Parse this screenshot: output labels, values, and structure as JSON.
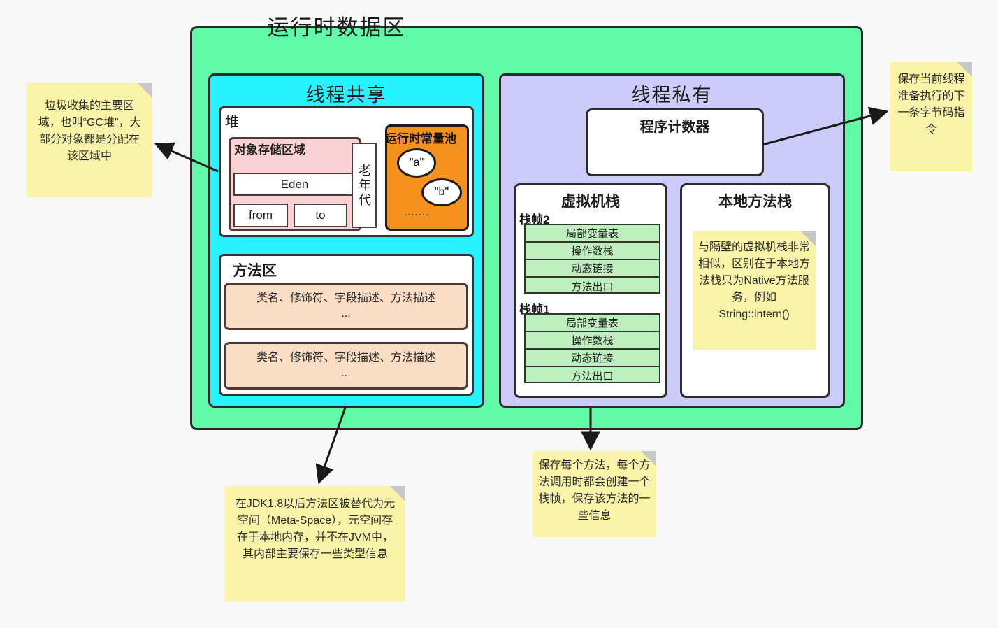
{
  "diagram": {
    "title": "运行时数据区",
    "background_color": "#f8f8f8"
  },
  "thread_shared": {
    "title": "线程共享",
    "color": "#27f2ff",
    "heap": {
      "label": "堆",
      "object_store": {
        "label": "对象存储区域",
        "color": "#fbd2d4",
        "cells": [
          "Eden",
          "from",
          "to"
        ]
      },
      "old_generation": "老年代",
      "constant_pool": {
        "title": "运行时常量池",
        "color": "#f5921e",
        "items": [
          "\"a\"",
          "\"b\""
        ],
        "more": "......."
      }
    },
    "method_area": {
      "label": "方法区",
      "entries": [
        {
          "line1": "类名、修饰符、字段描述、方法描述",
          "line2": "..."
        },
        {
          "line1": "类名、修饰符、字段描述、方法描述",
          "line2": "..."
        }
      ]
    }
  },
  "thread_private": {
    "title": "线程私有",
    "color": "#ccccfa",
    "pc_register": {
      "label": "程序计数器"
    },
    "vm_stack": {
      "label": "虚拟机栈",
      "frames": [
        {
          "name": "栈帧2",
          "rows": [
            "局部变量表",
            "操作数栈",
            "动态链接",
            "方法出口"
          ]
        },
        {
          "name": "栈帧1",
          "rows": [
            "局部变量表",
            "操作数栈",
            "动态链接",
            "方法出口"
          ]
        }
      ]
    },
    "native_stack": {
      "label": "本地方法栈"
    }
  },
  "notes": {
    "heap": "垃圾收集的主要区域，也叫“GC堆”，大部分对象都是分配在该区域中",
    "pc_register": "保存当前线程准备执行的下一条字节码指令",
    "native_stack": "与隔壁的虚拟机栈非常相似，区别在于本地方法栈只为Native方法服务，例如String::intern()",
    "method_area": "在JDK1.8以后方法区被替代为元空间（Meta-Space），元空间存在于本地内存，并不在JVM中，其内部主要保存一些类型信息",
    "vm_stack": "保存每个方法，每个方法调用时都会创建一个栈帧，保存该方法的一些信息"
  },
  "colors": {
    "runtime_area": "#5ff9a8",
    "thread_shared": "#27f2ff",
    "thread_private": "#ccccfa",
    "constant_pool": "#f5921e",
    "object_store": "#fbd2d4",
    "method_entry": "#f9ddc5",
    "frame_row": "#bdf0bd",
    "sticky": "#f9f4a8",
    "stroke": "#2b2b2b"
  }
}
